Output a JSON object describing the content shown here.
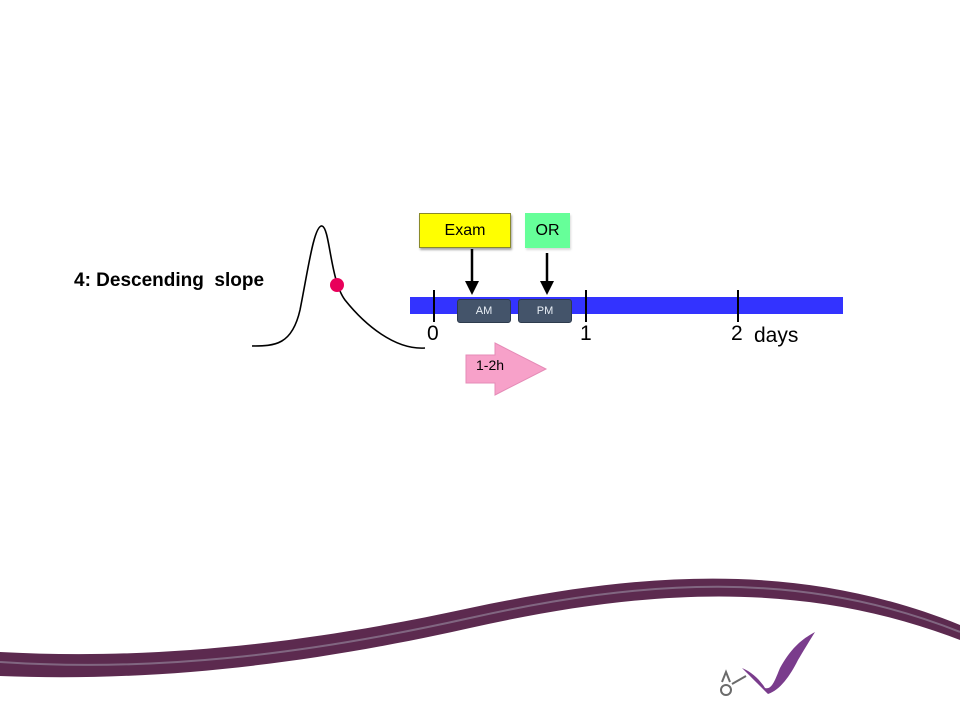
{
  "slide": {
    "heading": "4: Descending  slope",
    "boxes": {
      "exam": "Exam",
      "or": "OR"
    },
    "slots": {
      "am": "AM",
      "pm": "PM"
    },
    "timeline": {
      "ticks": [
        "0",
        "1",
        "2"
      ],
      "unit": "days",
      "bar_color": "#3333ff"
    },
    "duration_arrow": {
      "label": "1-2h",
      "color": "#f7a1c9"
    },
    "curve_marker_color": "#e8005a",
    "exam_color": "#ffff00",
    "or_color": "#66ff99",
    "footer_wave_color": "#5c2a4f"
  }
}
